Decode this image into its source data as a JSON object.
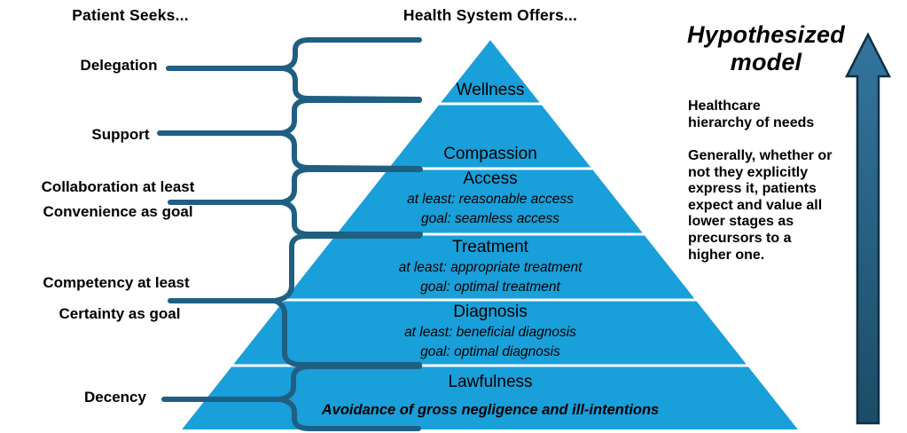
{
  "headers": {
    "patient_seeks": "Patient Seeks...",
    "health_system_offers": "Health System Offers..."
  },
  "patient_seeks_labels": {
    "delegation": "Delegation",
    "support": "Support",
    "collaboration": "Collaboration at least",
    "convenience": "Convenience as goal",
    "competency": "Competency at least",
    "certainty": "Certainty as goal",
    "decency": "Decency"
  },
  "pyramid": {
    "levels": [
      {
        "title": "Wellness"
      },
      {
        "title": "Compassion"
      },
      {
        "title": "Access",
        "at_least": "at least: reasonable access",
        "goal": "goal: seamless access"
      },
      {
        "title": "Treatment",
        "at_least": "at least: appropriate treatment",
        "goal": "goal: optimal treatment"
      },
      {
        "title": "Diagnosis",
        "at_least": "at least: beneficial diagnosis",
        "goal": "goal: optimal diagnosis"
      },
      {
        "title": "Lawfulness",
        "subtitle": "Avoidance of gross negligence and ill-intentions"
      }
    ]
  },
  "annotation": {
    "title": "Hypothesized model",
    "heading_lines": [
      "Healthcare",
      "hierarchy of needs"
    ],
    "body_lines": [
      "Generally, whether or",
      "not they explicitly",
      "express it, patients",
      "expect and value all",
      "lower stages as",
      "precursors to a",
      "higher one."
    ]
  },
  "colors": {
    "pyramid_fill": "#199FD9",
    "divider": "#FFFFFF",
    "connector": "#1F5F82",
    "arrow_fill_top": "#33759F",
    "arrow_fill_bottom": "#1C4C66",
    "arrow_outline": "#0E3045",
    "text": "#000000"
  }
}
